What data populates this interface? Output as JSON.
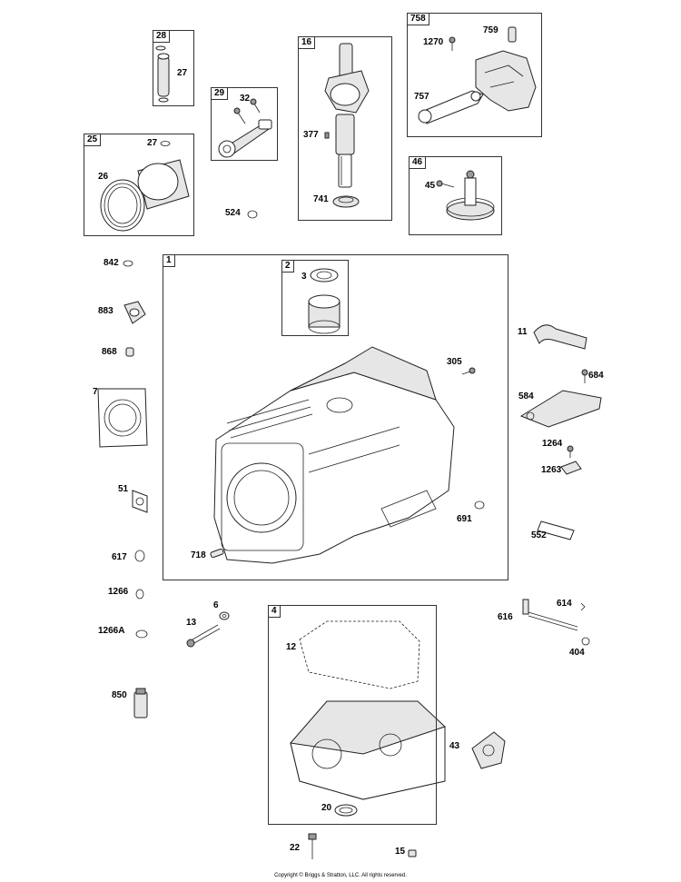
{
  "boxes": {
    "b28": "28",
    "b29": "29",
    "b16": "16",
    "b758": "758",
    "b25": "25",
    "b46": "46",
    "b1": "1",
    "b2": "2",
    "b4": "4"
  },
  "labels": {
    "p27a": "27",
    "p32": "32",
    "p759": "759",
    "p1270": "1270",
    "p757": "757",
    "p27b": "27",
    "p26": "26",
    "p377": "377",
    "p741": "741",
    "p524": "524",
    "p45": "45",
    "p842": "842",
    "p3": "3",
    "p883": "883",
    "p868": "868",
    "p11": "11",
    "p305": "305",
    "p684": "684",
    "p7": "7",
    "p584": "584",
    "p1264": "1264",
    "p1263": "1263",
    "p51": "51",
    "p691": "691",
    "p552": "552",
    "p617": "617",
    "p718": "718",
    "p1266": "1266",
    "p6": "6",
    "p614": "614",
    "p616": "616",
    "p13": "13",
    "p1266a": "1266A",
    "p12": "12",
    "p404": "404",
    "p850": "850",
    "p43": "43",
    "p20": "20",
    "p22": "22",
    "p15": "15"
  },
  "copyright": "Copyright © Briggs & Stratton, LLC. All rights reserved."
}
